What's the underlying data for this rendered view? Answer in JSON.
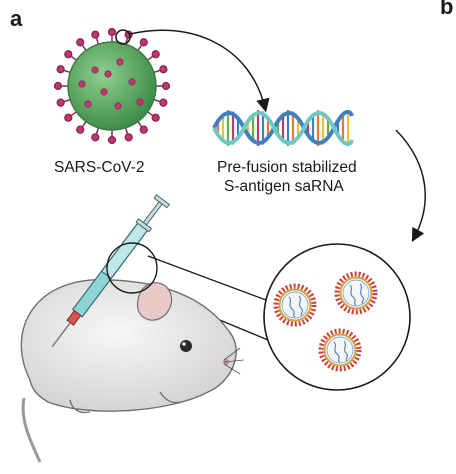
{
  "panels": {
    "a_letter": "a",
    "b_letter": "b"
  },
  "labels": {
    "virus": "SARS-CoV-2",
    "rna_line1": "Pre-fusion stabilized",
    "rna_line2": "S-antigen saRNA"
  },
  "icons": [
    "virus-particle",
    "rna-double-helix",
    "lipid-nanoparticle",
    "syringe",
    "mouse"
  ],
  "colors": {
    "virus_body": "#5aa55e",
    "spike": "#c0386f",
    "helix_blue": "#3f7fc0",
    "helix_teal": "#6ec7c4",
    "lipid_red": "#c8443c",
    "mouse_body": "#e6e6e6",
    "syringe_barrel": "#8fd3d6"
  }
}
